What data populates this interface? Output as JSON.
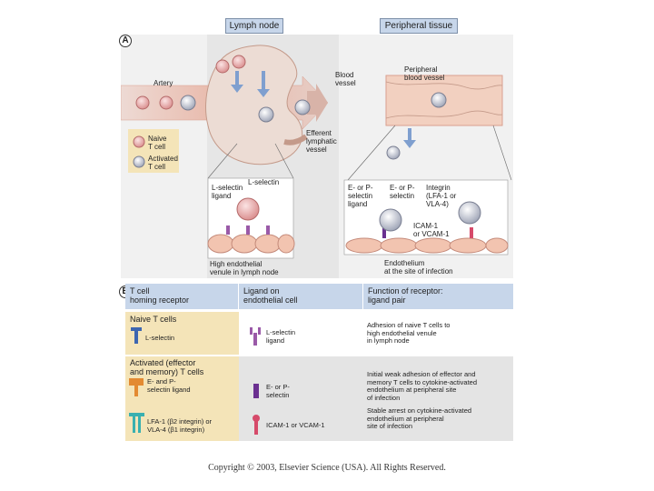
{
  "headers": {
    "lymph_node": "Lymph node",
    "peripheral_tissue": "Peripheral tissue"
  },
  "panel_a": {
    "letter": "A",
    "artery": "Artery",
    "blood_vessel": "Blood\nvessel",
    "peripheral_blood_vessel": "Peripheral\nblood vessel",
    "efferent_lymphatic": "Efferent\nlymphatic\nvessel",
    "legend_naive": "Naive\nT cell",
    "legend_activated": "Activated\nT cell",
    "l_selectin": "L-selectin",
    "l_selectin_ligand": "L-selectin\nligand",
    "hev": "High endothelial\nvenule in lymph node",
    "e_p_selectin_ligand": "E- or P-\nselectin\nligand",
    "e_p_selectin": "E- or P-\nselectin",
    "integrin": "Integrin\n(LFA-1 or\nVLA-4)",
    "icam": "ICAM-1\nor VCAM-1",
    "endothelium": "Endothelium\nat the site of infection"
  },
  "panel_b": {
    "letter": "B",
    "col1": "T cell\nhoming receptor",
    "col2": "Ligand on\nendothelial cell",
    "col3": "Function of receptor:\nligand pair",
    "naive_title": "Naive T cells",
    "naive_receptor": "L-selectin",
    "naive_ligand": "L-selectin\nligand",
    "naive_function": "Adhesion of naive T cells to\nhigh endothelial venule\nin lymph node",
    "activated_title": "Activated (effector\nand memory) T cells",
    "act_receptor1": "E- and P-\nselectin ligand",
    "act_ligand1": "E- or P-\nselectin",
    "act_function1": "Initial weak adhesion of effector and\nmemory T cells to cytokine-activated\nendothelium at peripheral site\nof infection",
    "act_receptor2": "LFA-1 (β2 integrin) or\nVLA-4 (β1 integrin)",
    "act_ligand2": "ICAM-1 or VCAM-1",
    "act_function2": "Stable arrest on cytokine-activated\nendothelium at peripheral\nsite of infection"
  },
  "copyright": "Copyright © 2003, Elsevier Science (USA). All Rights Reserved.",
  "colors": {
    "header_blue": "#c7d6ea",
    "naive_pink": "#e6a3a3",
    "activated_gray": "#c9ccd6",
    "artery_red": "#e8b7a8",
    "endothelium": "#f2c4b0",
    "arrow_blue": "#7f9fcf",
    "legend_tan": "#f4e4b8",
    "receptor_blue": "#3d66b0",
    "ligand_purple": "#9a5aa8",
    "orange": "#e38a32",
    "teal": "#3ab0b0",
    "magenta": "#d64a6a"
  }
}
